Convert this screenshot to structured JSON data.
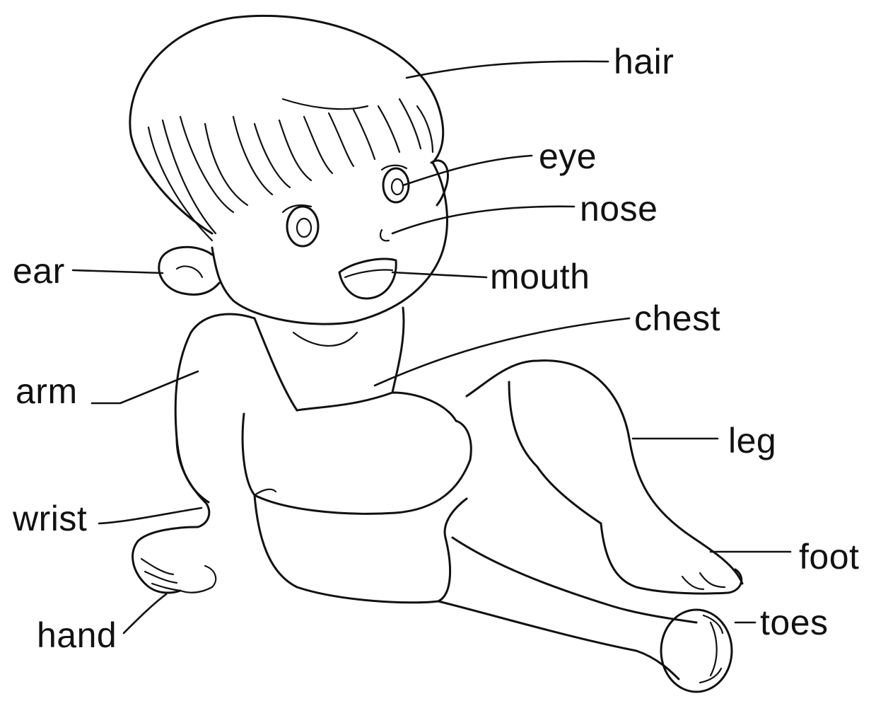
{
  "labels": {
    "hair": "hair",
    "eye": "eye",
    "nose": "nose",
    "ear": "ear",
    "mouth": "mouth",
    "chest": "chest",
    "arm": "arm",
    "leg": "leg",
    "wrist": "wrist",
    "foot": "foot",
    "hand": "hand",
    "toes": "toes"
  },
  "colors": {
    "ink": "#111111",
    "background": "#ffffff"
  }
}
